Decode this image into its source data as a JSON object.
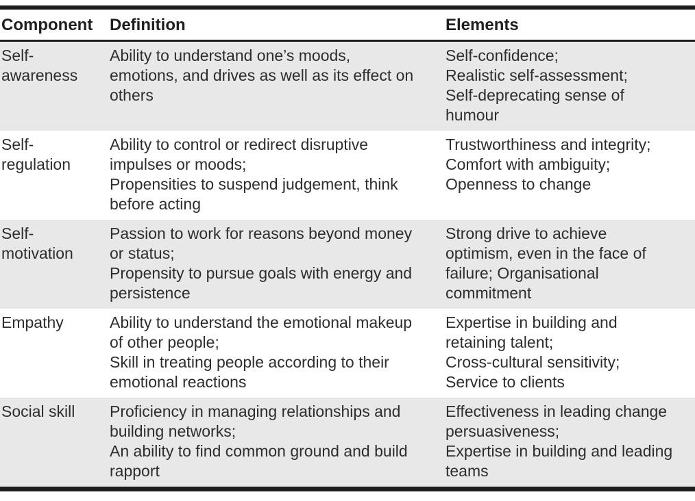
{
  "page": {
    "background": "#ffffff",
    "text_color": "#2d2d2d",
    "row_shade_color": "#e8e8e8",
    "rule_color": "#1d1d1d"
  },
  "table": {
    "headers": [
      "Component",
      "Definition",
      "Elements"
    ],
    "rows": [
      {
        "component": "Self-awareness",
        "definition": [
          "Ability to understand one’s moods, emotions, and drives as well as its effect on others"
        ],
        "elements": [
          "Self-confidence;",
          "Realistic self-assessment;",
          "Self-deprecating sense of humour"
        ]
      },
      {
        "component": "Self-regulation",
        "definition": [
          "Ability to control or redirect disruptive impulses or moods;",
          "Propensities to suspend judgement, think before acting"
        ],
        "elements": [
          "Trustworthiness and integrity;",
          "Comfort with ambiguity;",
          "Openness to change"
        ]
      },
      {
        "component": "Self-motivation",
        "definition": [
          "Passion to work for reasons beyond money or status;",
          "Propensity to pursue goals with energy and persistence"
        ],
        "elements": [
          "Strong drive to achieve optimism, even in the face of failure; Organisational commitment"
        ]
      },
      {
        "component": "Empathy",
        "definition": [
          "Ability to understand the emotional makeup of other people;",
          "Skill in treating people according to their emotional reactions"
        ],
        "elements": [
          "Expertise in building and retaining talent;",
          "Cross-cultural sensitivity;",
          "Service to clients"
        ]
      },
      {
        "component": "Social skill",
        "definition": [
          "Proficiency in managing relationships and building networks;",
          "An ability to find common ground and build rapport"
        ],
        "elements": [
          "Effectiveness in leading change persuasiveness;",
          "Expertise in building and leading teams"
        ]
      }
    ]
  }
}
